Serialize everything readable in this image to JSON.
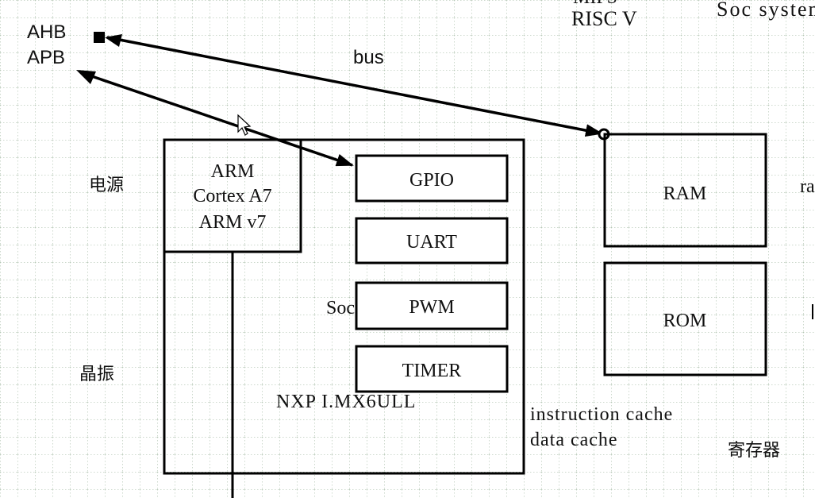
{
  "labels": {
    "ahb": "AHB",
    "apb": "APB",
    "bus": "bus",
    "risc_v_top": "MIPS",
    "risc_v": "RISC V",
    "soc_system": "Soc system",
    "power": "电源",
    "crystal": "晶振",
    "ra_cut": "ra",
    "soc_partial": "Soc",
    "nxp_chip": "NXP I.MX6ULL",
    "instruction_cache": "instruction cache",
    "data_cache": "data cache",
    "register": "寄存器"
  },
  "core": {
    "line1": "ARM",
    "line2": "Cortex A7",
    "line3": "ARM v7"
  },
  "peripherals": {
    "gpio": "GPIO",
    "uart": "UART",
    "pwm": "PWM",
    "timer": "TIMER"
  },
  "memory": {
    "ram": "RAM",
    "rom": "ROM"
  },
  "colors": {
    "grid": "#9bb39b",
    "line": "#000000",
    "background": "#ffffff"
  }
}
